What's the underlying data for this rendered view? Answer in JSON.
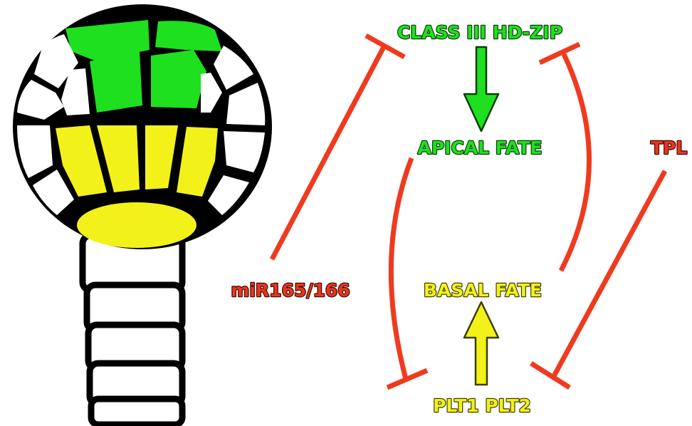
{
  "labels": {
    "class3": "CLASS III HD-ZIP",
    "apical": "APICAL FATE",
    "basal": "BASAL FATE",
    "plt": "PLT1 PLT2",
    "mir": "miR165/166",
    "tpl": "TPL"
  },
  "colors": {
    "green": "#1ee01e",
    "yellow": "#f2f21a",
    "red": "#f03a1e",
    "outline": "#000000"
  },
  "icons": {
    "embryo": "plant-embryo-cells",
    "activation_arrow": "arrow",
    "repression": "t-bar-inhibition"
  }
}
